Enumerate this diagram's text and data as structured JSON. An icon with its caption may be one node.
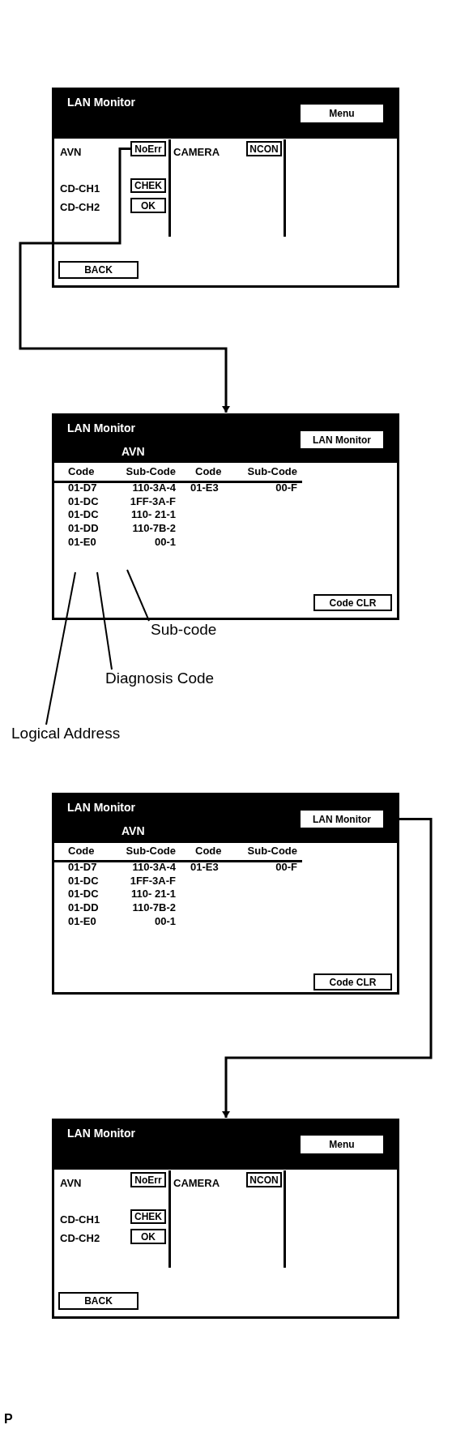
{
  "diagram": {
    "nodes": [
      {
        "text": [
          "LAN Monitor",
          "AVN",
          "CAMERA",
          "CD-CH1",
          "CD-CH2"
        ]
      },
      {
        "text": [
          "Menu"
        ],
        "in": 0
      },
      {
        "text": [
          "NoErr"
        ],
        "in": 0
      },
      {
        "text": [
          "NCON"
        ],
        "in": 0
      },
      {
        "text": [
          "CHEK"
        ],
        "in": 0
      },
      {
        "text": [
          "OK"
        ],
        "in": 0
      },
      {
        "text": [
          "BACK"
        ],
        "in": 0
      },
      {
        "text": [
          "LAN Monitor",
          "AVN",
          "Code",
          "Sub-Code",
          "Code",
          "Sub-Code",
          "01-D7",
          "110-3A-4",
          "01-E3",
          "00-F",
          "01-DC",
          "1FF-3A-F",
          "01-DC",
          "110- 21-1",
          "01-DD",
          "110-7B-2",
          "01-E0",
          "00-1"
        ]
      },
      {
        "text": [
          "LAN Monitor"
        ],
        "in": 7
      },
      {
        "text": [
          "Code CLR"
        ],
        "in": 7
      },
      {
        "text": [
          "Sub-code"
        ]
      },
      {
        "text": [
          "Diagnosis Code"
        ]
      },
      {
        "text": [
          "Logical Address"
        ]
      },
      {
        "text": [
          "LAN Monitor",
          "AVN",
          "Code",
          "Sub-Code",
          "Code",
          "Sub-Code",
          "01-D7",
          "110-3A-4",
          "01-E3",
          "00-F",
          "01-DC",
          "1FF-3A-F",
          "01-DC",
          "110- 21-1",
          "01-DD",
          "110-7B-2",
          "01-E0",
          "00-1"
        ]
      },
      {
        "text": [
          "LAN Monitor"
        ],
        "in": 13
      },
      {
        "text": [
          "Code CLR"
        ],
        "in": 13
      },
      {
        "text": [
          "LAN Monitor",
          "AVN",
          "CAMERA",
          "CD-CH1",
          "CD-CH2"
        ]
      },
      {
        "text": [
          "Menu"
        ],
        "in": 16
      },
      {
        "text": [
          "NoErr"
        ],
        "in": 16
      },
      {
        "text": [
          "NCON"
        ],
        "in": 16
      },
      {
        "text": [
          "CHEK"
        ],
        "in": 16
      },
      {
        "text": [
          "OK"
        ],
        "in": 16
      },
      {
        "text": [
          "BACK"
        ],
        "in": 16
      }
    ],
    "edges": [
      {
        "from": 2,
        "to": 7,
        "arrow": "to"
      },
      {
        "from": 10,
        "to": null,
        "arrow": "none"
      },
      {
        "from": 11,
        "to": null,
        "arrow": "none"
      },
      {
        "from": 12,
        "to": null,
        "arrow": "none"
      },
      {
        "from": 14,
        "to": 16,
        "arrow": "to"
      }
    ],
    "labels": [
      "P"
    ]
  }
}
